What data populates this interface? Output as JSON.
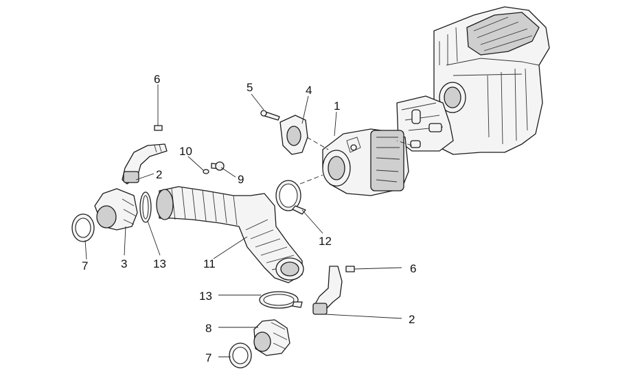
{
  "callouts": [
    {
      "id": "c1",
      "text": "1"
    },
    {
      "id": "c2a",
      "text": "2"
    },
    {
      "id": "c2b",
      "text": "2"
    },
    {
      "id": "c3",
      "text": "3"
    },
    {
      "id": "c4",
      "text": "4"
    },
    {
      "id": "c5",
      "text": "5"
    },
    {
      "id": "c6a",
      "text": "6"
    },
    {
      "id": "c6b",
      "text": "6"
    },
    {
      "id": "c7a",
      "text": "7"
    },
    {
      "id": "c7b",
      "text": "7"
    },
    {
      "id": "c8",
      "text": "8"
    },
    {
      "id": "c9",
      "text": "9"
    },
    {
      "id": "c10",
      "text": "10"
    },
    {
      "id": "c11",
      "text": "11"
    },
    {
      "id": "c12",
      "text": "12"
    },
    {
      "id": "c13a",
      "text": "13"
    },
    {
      "id": "c13b",
      "text": "13"
    }
  ]
}
